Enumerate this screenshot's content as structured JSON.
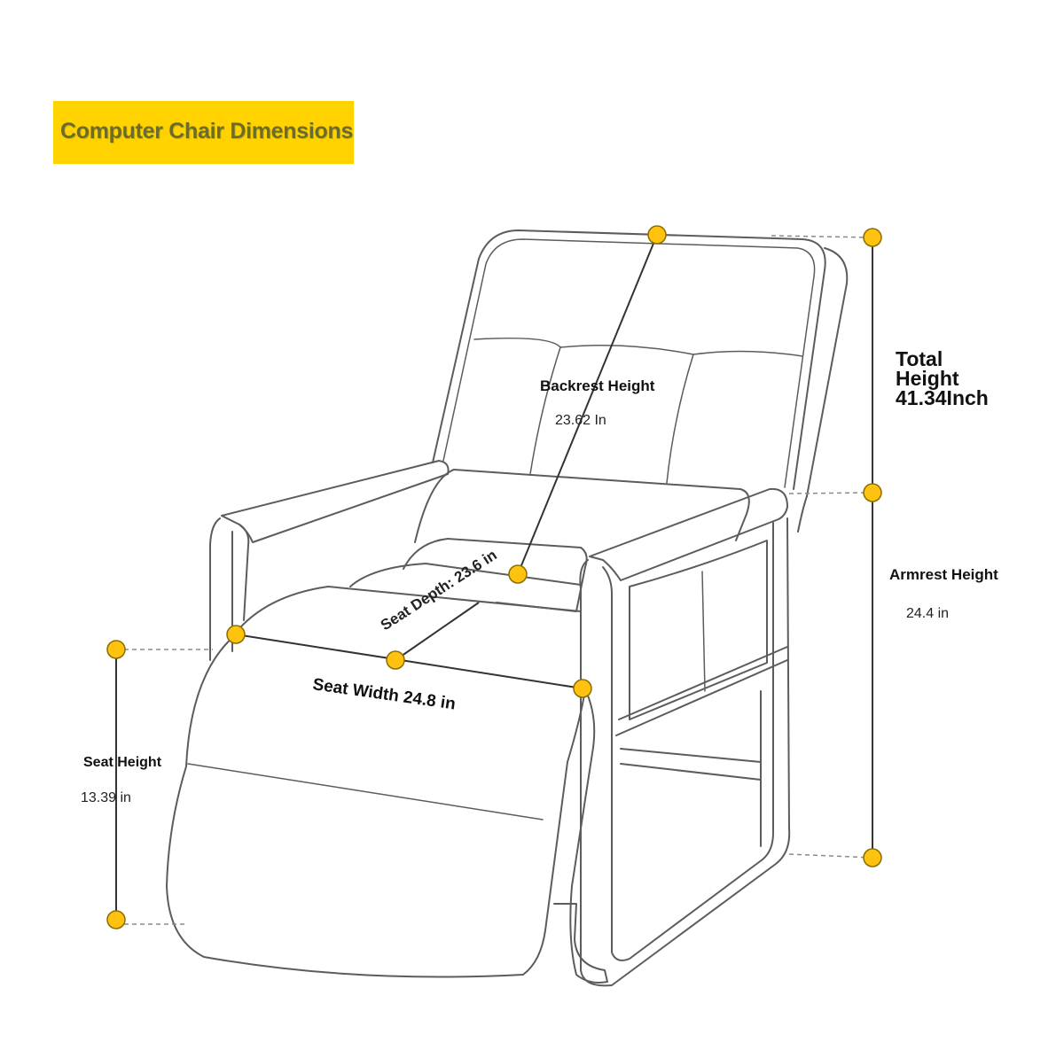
{
  "title": "Computer Chair Dimensions",
  "dimensions": {
    "backrest": {
      "label": "Backrest Height",
      "value": "23.62 In"
    },
    "total": {
      "line1": "Total",
      "line2": "Height",
      "line3": "41.34Inch"
    },
    "armrest": {
      "label": "Armrest Height",
      "value": "24.4 in"
    },
    "seat_depth": {
      "label": "Seat Depth: 23.6 in"
    },
    "seat_width": {
      "label": "Seat Width 24.8 in"
    },
    "seat_height": {
      "label": "Seat Height",
      "value": "13.39 in"
    }
  },
  "colors": {
    "banner": "#ffd200",
    "marker_fill": "#ffc20e",
    "marker_stroke": "#8a6d00",
    "outline": "#555555",
    "measure_line": "#333333"
  }
}
